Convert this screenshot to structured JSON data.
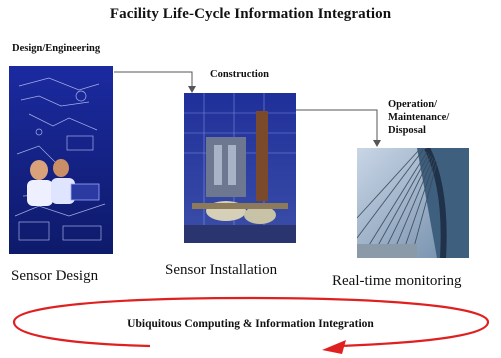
{
  "title": "Facility Life-Cycle Information Integration",
  "stages": [
    {
      "label": "Design/Engineering",
      "caption": "Sensor Design",
      "image": "engineers-blueprint-photo"
    },
    {
      "label": "Construction",
      "caption": "Sensor Installation",
      "image": "construction-machinery-photo"
    },
    {
      "label": "Operation/\nMaintenance/\nDisposal",
      "label_lines": [
        "Operation/",
        "Maintenance/",
        "Disposal"
      ],
      "caption": "Real-time monitoring",
      "image": "bridge-cables-photo"
    }
  ],
  "loop": {
    "label": "Ubiquitous Computing & Information Integration",
    "color": "#e02020"
  },
  "colors": {
    "connector": "#555555",
    "loop": "#e02020",
    "design_bg": "#1a2a8c"
  }
}
